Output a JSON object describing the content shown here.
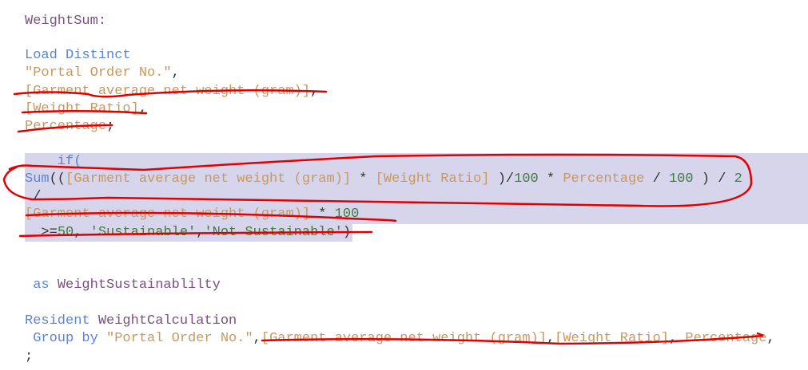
{
  "editor": {
    "colors": {
      "label": "#7b4f82",
      "keyword": "#5b84d8",
      "field": "#c9985e",
      "number": "#3e7d3e",
      "selection": "#d7d5ec",
      "annotation": "#e00000"
    },
    "lines": [
      {
        "tokens": [
          {
            "t": "WeightSum:",
            "c": "label"
          }
        ]
      },
      {
        "tokens": []
      },
      {
        "tokens": [
          {
            "t": "Load Distinct",
            "c": "kw"
          }
        ]
      },
      {
        "tokens": [
          {
            "t": "\"Portal Order No.\"",
            "c": "field"
          },
          {
            "t": ",",
            "c": "op"
          }
        ]
      },
      {
        "tokens": [
          {
            "t": "[Garment average net weight (gram)]",
            "c": "field"
          },
          {
            "t": ",",
            "c": "op"
          }
        ]
      },
      {
        "tokens": [
          {
            "t": "[Weight Ratio]",
            "c": "field"
          },
          {
            "t": ",",
            "c": "op"
          }
        ]
      },
      {
        "tokens": [
          {
            "t": "Percentage",
            "c": "field"
          },
          {
            "t": ";",
            "c": "op"
          }
        ]
      },
      {
        "tokens": []
      },
      {
        "tokens": [
          {
            "t": "    if(",
            "c": "kw"
          }
        ]
      },
      {
        "tokens": [
          {
            "t": "Sum",
            "c": "kw"
          },
          {
            "t": "((",
            "c": "op"
          },
          {
            "t": "[Garment average net weight (gram)]",
            "c": "field"
          },
          {
            "t": " * ",
            "c": "op"
          },
          {
            "t": "[Weight Ratio]",
            "c": "field"
          },
          {
            "t": " )/",
            "c": "op"
          },
          {
            "t": "100",
            "c": "num"
          },
          {
            "t": " * ",
            "c": "op"
          },
          {
            "t": "Percentage",
            "c": "field"
          },
          {
            "t": " / ",
            "c": "op"
          },
          {
            "t": "100",
            "c": "num"
          },
          {
            "t": " ) / ",
            "c": "op"
          },
          {
            "t": "2",
            "c": "num"
          }
        ]
      },
      {
        "tokens": [
          {
            "t": " /",
            "c": "op"
          }
        ]
      },
      {
        "tokens": [
          {
            "t": "[Garment average net weight (gram)]",
            "c": "field"
          },
          {
            "t": " * ",
            "c": "op"
          },
          {
            "t": "100",
            "c": "num"
          }
        ]
      },
      {
        "tokens": [
          {
            "t": "  >=",
            "c": "op"
          },
          {
            "t": "50",
            "c": "num"
          },
          {
            "t": ", ",
            "c": "op"
          },
          {
            "t": "'Sustainable'",
            "c": "str"
          },
          {
            "t": ",",
            "c": "op"
          },
          {
            "t": "'Not Sustainable'",
            "c": "str"
          },
          {
            "t": ")",
            "c": "op"
          }
        ]
      },
      {
        "tokens": []
      },
      {
        "tokens": []
      },
      {
        "tokens": [
          {
            "t": " as ",
            "c": "kw"
          },
          {
            "t": "WeightSustainablilty",
            "c": "label"
          }
        ]
      },
      {
        "tokens": []
      },
      {
        "tokens": [
          {
            "t": "Resident ",
            "c": "kw"
          },
          {
            "t": "WeightCalculation",
            "c": "label"
          }
        ]
      },
      {
        "tokens": [
          {
            "t": " Group by ",
            "c": "kw"
          },
          {
            "t": "\"Portal Order No.\"",
            "c": "field"
          },
          {
            "t": ",",
            "c": "op"
          },
          {
            "t": "[Garment average net weight (gram)]",
            "c": "field"
          },
          {
            "t": ",",
            "c": "op"
          },
          {
            "t": "[Weight Ratio]",
            "c": "field"
          },
          {
            "t": ", ",
            "c": "op"
          },
          {
            "t": "Percentage",
            "c": "field"
          },
          {
            "t": ",",
            "c": "op"
          }
        ]
      },
      {
        "tokens": [
          {
            "t": ";",
            "c": "op"
          }
        ]
      }
    ]
  }
}
